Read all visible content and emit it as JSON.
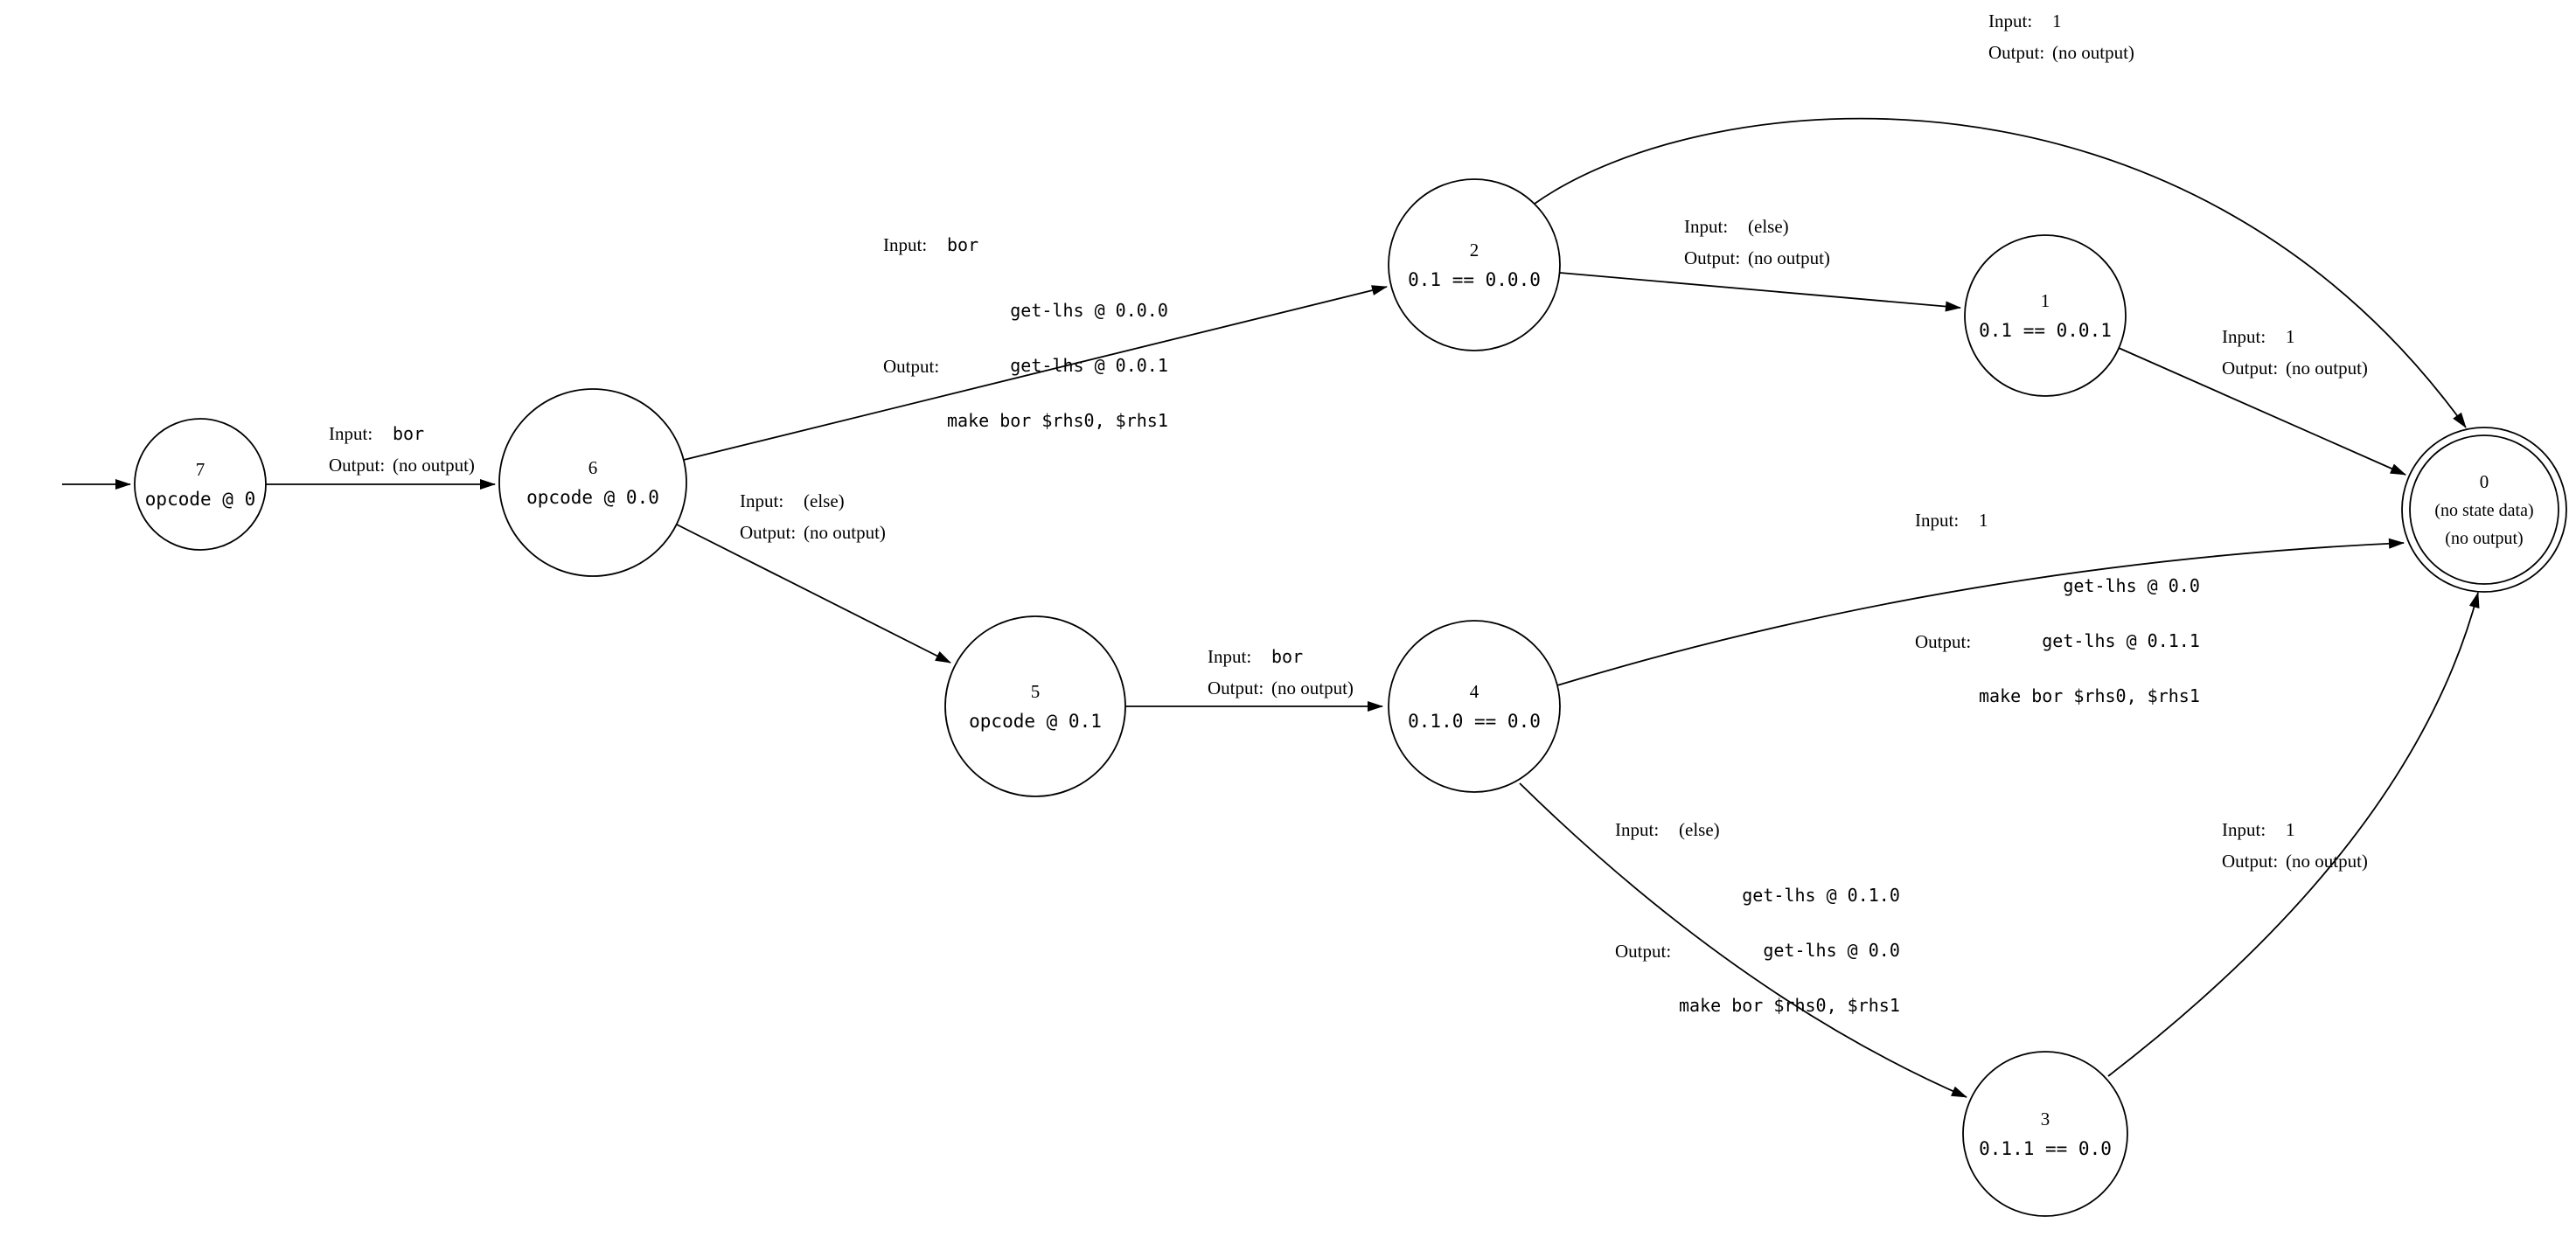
{
  "background": "#ffffff",
  "ink": "#000000",
  "diagram": {
    "labels": {
      "input_key": "Input:",
      "output_key": "Output:"
    },
    "nodes": {
      "n7": {
        "id": "7",
        "label": "opcode @ 0"
      },
      "n6": {
        "id": "6",
        "label": "opcode @ 0.0"
      },
      "n5": {
        "id": "5",
        "label": "opcode @ 0.1"
      },
      "n4": {
        "id": "4",
        "label": "0.1.0 == 0.0"
      },
      "n3": {
        "id": "3",
        "label": "0.1.1 == 0.0"
      },
      "n2": {
        "id": "2",
        "label": "0.1 == 0.0.0"
      },
      "n1": {
        "id": "1",
        "label": "0.1 == 0.0.1"
      },
      "n0": {
        "id": "0",
        "line1": "(no state data)",
        "line2": "(no output)"
      }
    },
    "edges": {
      "e7_6": {
        "input": "bor",
        "output": "(no output)"
      },
      "e6_2": {
        "input": "bor",
        "output_lines": [
          "get-lhs @ 0.0.0",
          "get-lhs @ 0.0.1",
          "make bor $rhs0, $rhs1"
        ]
      },
      "e6_5": {
        "input": "(else)",
        "output": "(no output)"
      },
      "e5_4": {
        "input": "bor",
        "output": "(no output)"
      },
      "e2_0": {
        "input": "1",
        "output": "(no output)"
      },
      "e2_1": {
        "input": "(else)",
        "output": "(no output)"
      },
      "e1_0": {
        "input": "1",
        "output": "(no output)"
      },
      "e4_0": {
        "input": "1",
        "output_lines": [
          "get-lhs @ 0.0",
          "get-lhs @ 0.1.1",
          "make bor $rhs0, $rhs1"
        ]
      },
      "e4_3": {
        "input": "(else)",
        "output_lines": [
          "get-lhs @ 0.1.0",
          "get-lhs @ 0.0",
          "make bor $rhs0, $rhs1"
        ]
      },
      "e3_0": {
        "input": "1",
        "output": "(no output)"
      }
    }
  }
}
